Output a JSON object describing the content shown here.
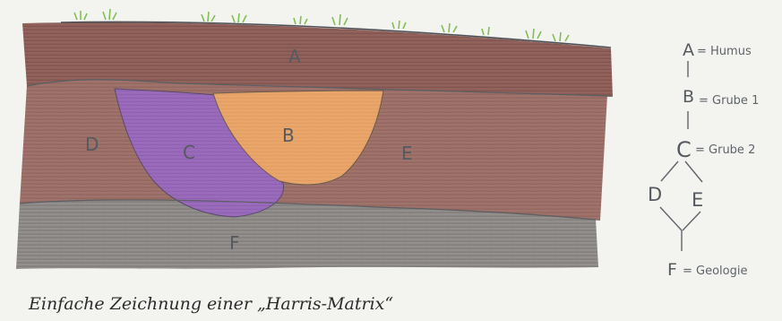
{
  "layers": {
    "a": "A",
    "b": "B",
    "c": "C",
    "d": "D",
    "e": "E",
    "f": "F"
  },
  "matrix": {
    "a_label": "A",
    "a_desc": "= Humus",
    "b_label": "B",
    "b_desc": "= Grube 1",
    "c_label": "C",
    "c_desc": "= Grube 2",
    "d_label": "D",
    "e_label": "E",
    "f_label": "F",
    "f_desc": "= Geologie"
  },
  "caption": "Einfache Zeichnung einer „Harris-Matrix“",
  "colors": {
    "humus": "#8a5a56",
    "soil": "#9a6e66",
    "grube1": "#e8a66a",
    "grube2": "#9566b6",
    "geologie": "#8f8c88",
    "grass": "#7fbf55"
  }
}
